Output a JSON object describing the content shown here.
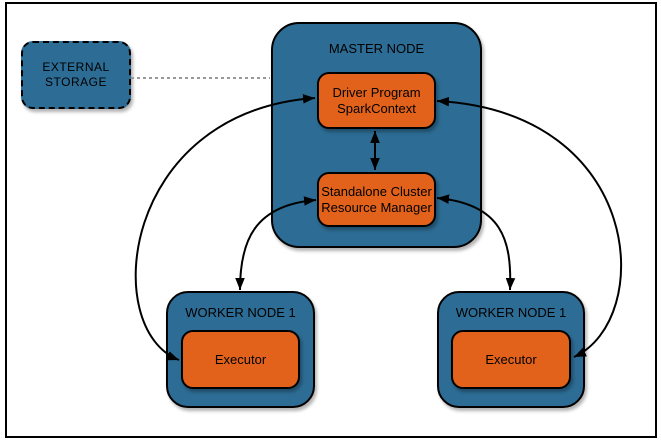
{
  "diagram": {
    "external_storage": {
      "line1": "EXTERNAL",
      "line2": "STORAGE"
    },
    "master": {
      "title": "MASTER NODE",
      "driver": {
        "line1": "Driver Program",
        "line2": "SparkContext"
      },
      "resource_manager": {
        "line1": "Standalone Cluster",
        "line2": "Resource Manager"
      }
    },
    "workers": [
      {
        "title": "WORKER NODE 1",
        "executor_label": "Executor"
      },
      {
        "title": "WORKER NODE 1",
        "executor_label": "Executor"
      }
    ],
    "edges": [
      {
        "from": "external-storage",
        "to": "master-node",
        "style": "dashed",
        "arrows": "none"
      },
      {
        "from": "driver-program",
        "to": "resource-manager",
        "style": "solid",
        "arrows": "both"
      },
      {
        "from": "left-executor",
        "to": "driver-program",
        "style": "solid",
        "arrows": "both"
      },
      {
        "from": "right-executor",
        "to": "driver-program",
        "style": "solid",
        "arrows": "both"
      },
      {
        "from": "resource-manager",
        "to": "left-worker-node",
        "style": "solid",
        "arrows": "both"
      },
      {
        "from": "resource-manager",
        "to": "right-worker-node",
        "style": "solid",
        "arrows": "both"
      }
    ],
    "colors": {
      "node_fill": "#2d6c94",
      "inner_fill": "#e2621c",
      "border": "#000000",
      "arrow": "#000000",
      "dashed_connector": "#999999",
      "background": "#ffffff"
    }
  }
}
